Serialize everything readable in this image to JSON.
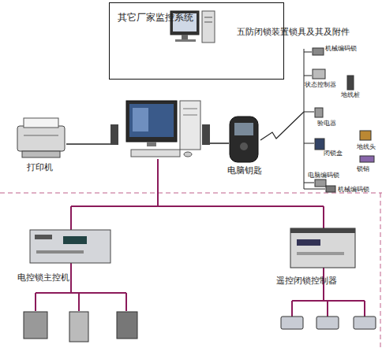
{
  "diagram": {
    "nodes": [
      {
        "text": [
          "其它厂家监控系统"
        ]
      }
    ],
    "labels": [
      "五防闭锁装置锁具及其及附件",
      "打印机",
      "电脑钥匙",
      "机械编码锁",
      "状态控制器",
      "地线桩",
      "验电器",
      "地线头",
      "闭锁盒",
      "锁销",
      "电脑编码锁",
      "机械编码锁",
      "电控锁主控机",
      "遥控闭锁控制器"
    ]
  }
}
